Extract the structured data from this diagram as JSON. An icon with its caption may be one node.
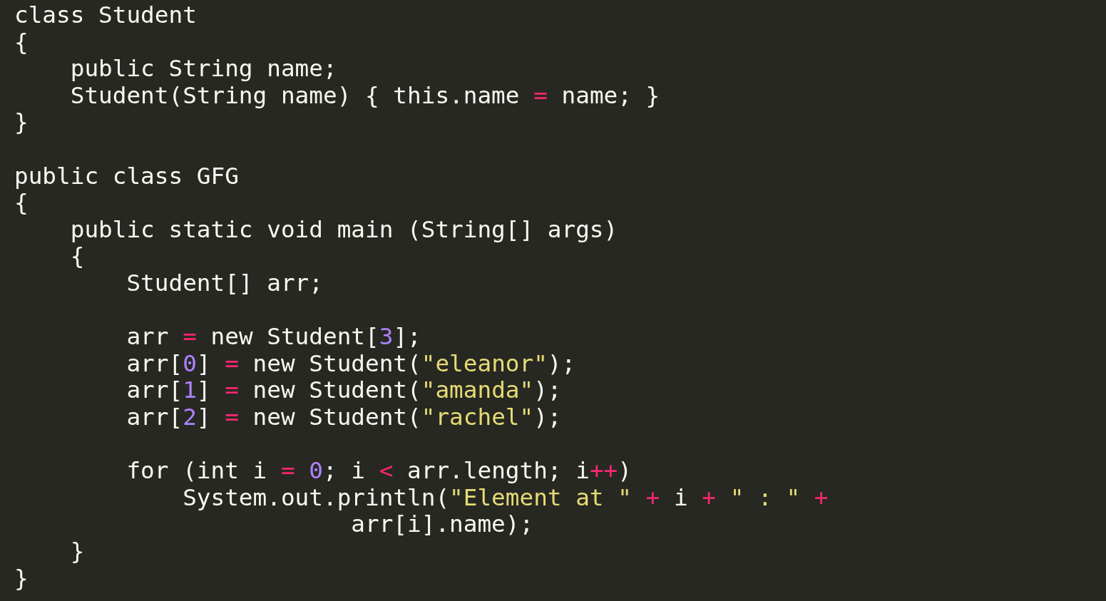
{
  "diagram": {
    "labels": [
      "class Student",
      "{",
      "    public String name;",
      "    Student(String name) { this.name = name; }",
      "}",
      "public class GFG",
      "{",
      "    public static void main (String[] args)",
      "    {",
      "        Student[] arr;",
      "        arr = new Student[3];",
      "        arr[0] = new Student(\"eleanor\");",
      "        arr[1] = new Student(\"amanda\");",
      "        arr[2] = new Student(\"rachel\");",
      "        for (int i = 0; i < arr.length; i++)",
      "            System.out.println(\"Element at \" + i + \" : \" +",
      "                        arr[i].name);",
      "    }",
      "}"
    ]
  }
}
